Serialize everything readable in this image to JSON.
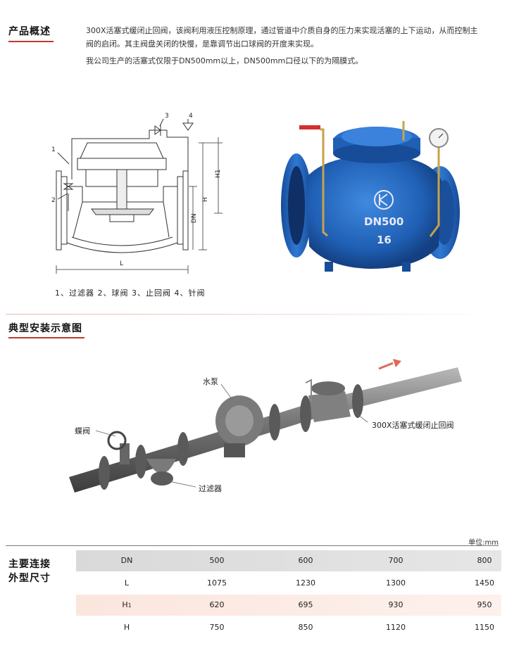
{
  "overview": {
    "title": "产品概述",
    "para1_line1": "300X活塞式缓闭止回阀，该阀利用液压控制原理，通过管道中介质自身的压力来实现活塞的上下运动，从而控制主",
    "para1_line2": "阀的启闭。其主阀盘关闭的快慢，是靠调节出口球阀的开度来实现。",
    "para2": "我公司生产的活塞式仅限于DN500mm以上，DN500mm口径以下的为隔膜式。"
  },
  "drawing": {
    "callouts": [
      "1",
      "2",
      "3",
      "4"
    ],
    "dims": {
      "h1": "H1",
      "h": "H",
      "dn": "DN",
      "l": "L"
    },
    "legend": "1、过滤器   2、球阀   3、止回阀   4、针阀"
  },
  "product_photo": {
    "marking_size": "DN500",
    "marking_pressure": "16"
  },
  "install": {
    "title": "典型安装示意图",
    "labels": {
      "pump": "水泵",
      "butterfly": "蝶阀",
      "valve": "300X活塞式缓闭止回阀",
      "filter": "过滤器"
    }
  },
  "table": {
    "title_line1": "主要连接",
    "title_line2": "外型尺寸",
    "unit": "单位:mm",
    "rows": [
      {
        "label": "DN",
        "values": [
          "500",
          "600",
          "700",
          "800"
        ]
      },
      {
        "label": "L",
        "values": [
          "1075",
          "1230",
          "1300",
          "1450"
        ]
      },
      {
        "label": "H",
        "sub": "1",
        "values": [
          "620",
          "695",
          "930",
          "950"
        ]
      },
      {
        "label": "H",
        "values": [
          "750",
          "850",
          "1120",
          "1150"
        ]
      }
    ]
  },
  "colors": {
    "accent": "#c0392b",
    "valve_blue": "#1f5fb4",
    "pipe_gray": "#6e6e6e"
  }
}
